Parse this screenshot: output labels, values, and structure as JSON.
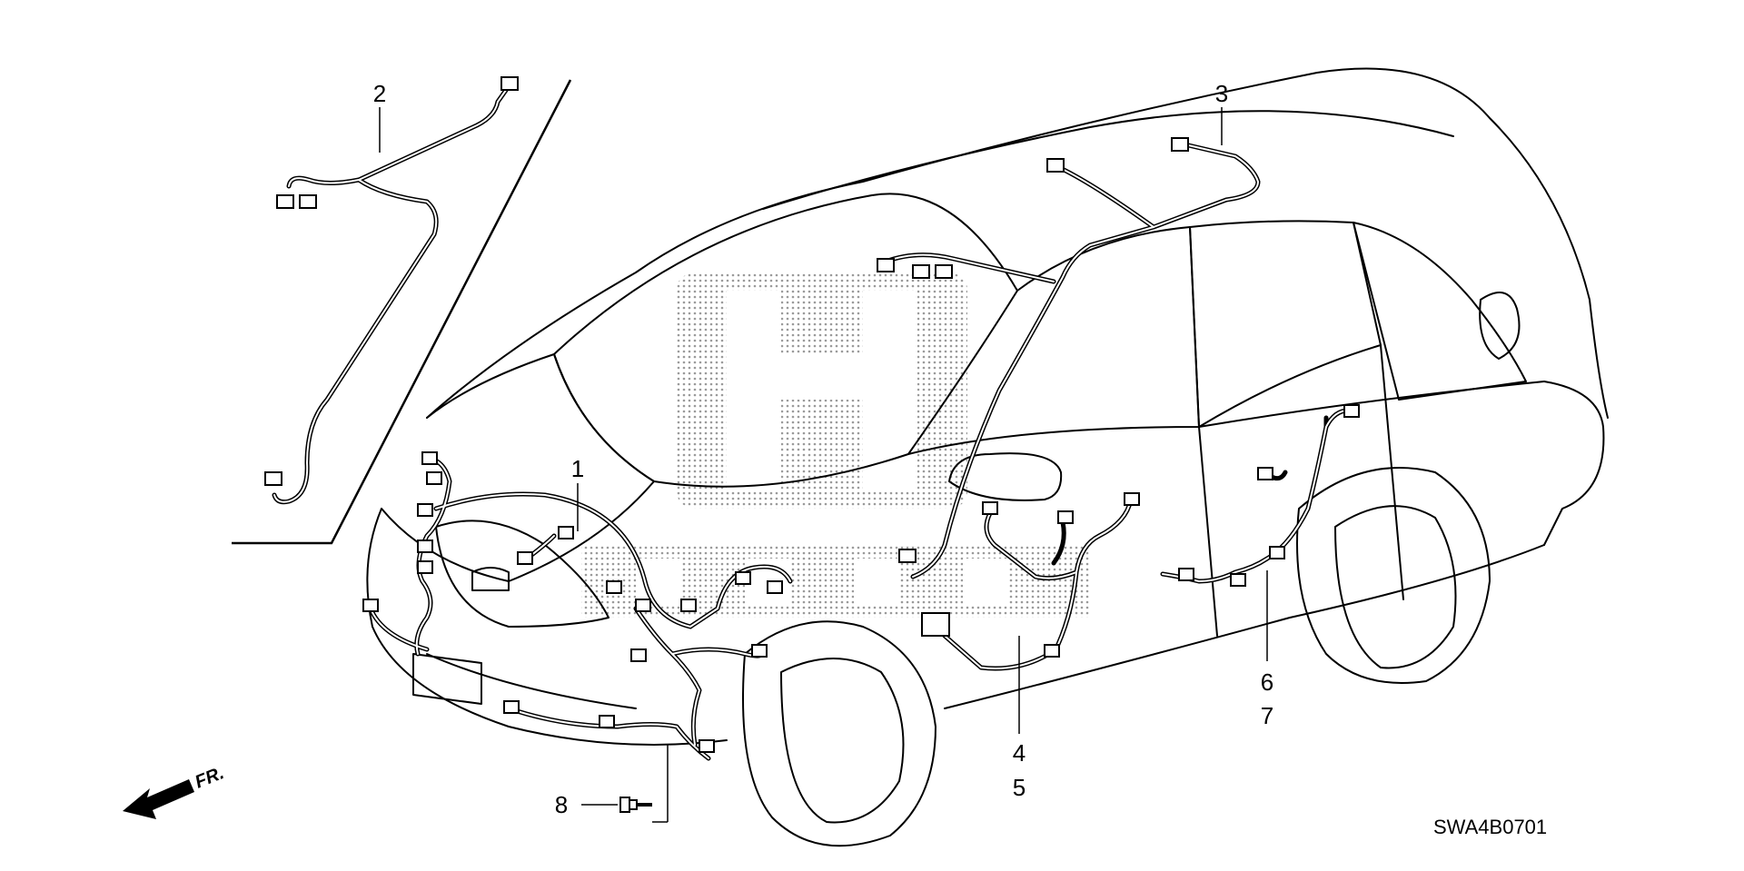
{
  "diagram": {
    "callouts": [
      {
        "id": "c1",
        "label": "1"
      },
      {
        "id": "c2",
        "label": "2"
      },
      {
        "id": "c3",
        "label": "3"
      },
      {
        "id": "c4",
        "label": "4"
      },
      {
        "id": "c5",
        "label": "5"
      },
      {
        "id": "c6",
        "label": "6"
      },
      {
        "id": "c7",
        "label": "7"
      },
      {
        "id": "c8",
        "label": "8"
      }
    ],
    "direction_label": "FR.",
    "drawing_code": "SWA4B0701",
    "colors": {
      "line": "#000000",
      "background": "#ffffff",
      "watermark_dots": "#9a9a9a"
    },
    "icons": [
      "front-direction-arrow-icon",
      "honda-logo-watermark",
      "bolt-icon"
    ]
  }
}
